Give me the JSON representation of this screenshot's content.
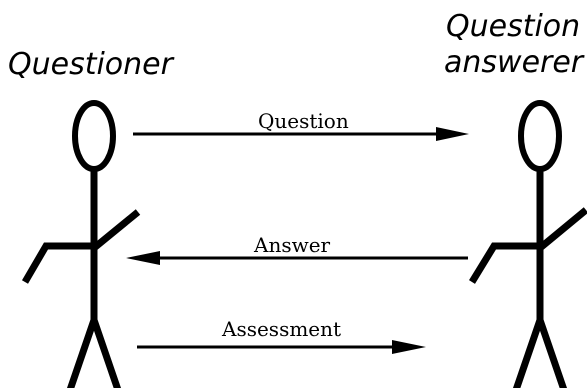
{
  "roles": {
    "questioner": {
      "lines": [
        "Questioner"
      ]
    },
    "answerer": {
      "lines": [
        "Question",
        "answerer"
      ]
    }
  },
  "messages": [
    {
      "label": "Question",
      "direction": "right"
    },
    {
      "label": "Answer",
      "direction": "left"
    },
    {
      "label": "Assessment",
      "direction": "right"
    }
  ],
  "colors": {
    "ink": "#000000",
    "background": "#ffffff"
  }
}
